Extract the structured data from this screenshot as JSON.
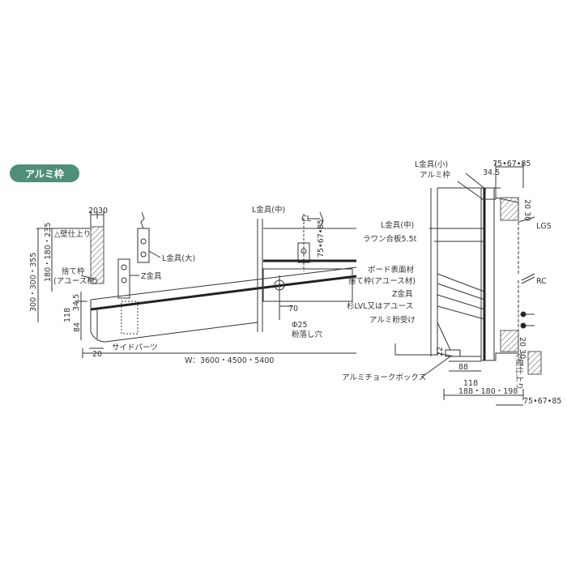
{
  "badge": "アルミ枠",
  "front": {
    "dim_20": "20",
    "dim_30": "30",
    "wall_finish": "△壁仕上り",
    "dim_235": "180・180・235",
    "dim_355": "300・300・355",
    "sutewaku": "捨て枠",
    "sutewaku_sub": "(アユース材)",
    "l_bracket_large": "L金具(大)",
    "z_bracket": "Z金具",
    "l_bracket_mid": "L金具(中)",
    "cl": "CL",
    "dim_7567": "75•67•85",
    "dim_345": "34.5",
    "dim_118": "118",
    "dim_84": "84",
    "dim_20b": "20",
    "side_parts": "サイドパーツ",
    "width": "W：3600・4500・5400",
    "dim_70": "70",
    "phi25": "Φ25",
    "drain_hole": "粉落し穴"
  },
  "section": {
    "l_bracket_small": "L金具(小)",
    "alumi_frame": "アルミ枠",
    "dim_top": "75•67•85",
    "dim_345": "34.5",
    "dim_20_30": "20 30",
    "l_bracket_mid": "L金具(中)",
    "lauan": "ラワン合板5.5t",
    "lgs": "LGS",
    "board": "ボード表面材",
    "sutewaku": "捨て枠(アユース材)",
    "z_bracket": "Z金具",
    "sugi": "杉LVL又はアユース",
    "rc": "RC",
    "alumi_receiver": "アルミ粉受け",
    "dim_2030b": "20 30",
    "dim_22": "22",
    "dim_88": "88",
    "dim_118": "118",
    "chalk_box": "アルミチョークボックス",
    "wall_finish": "▽壁仕上り",
    "dim_bottom": "188・180・198",
    "dim_bottom2": "75•67•85"
  }
}
